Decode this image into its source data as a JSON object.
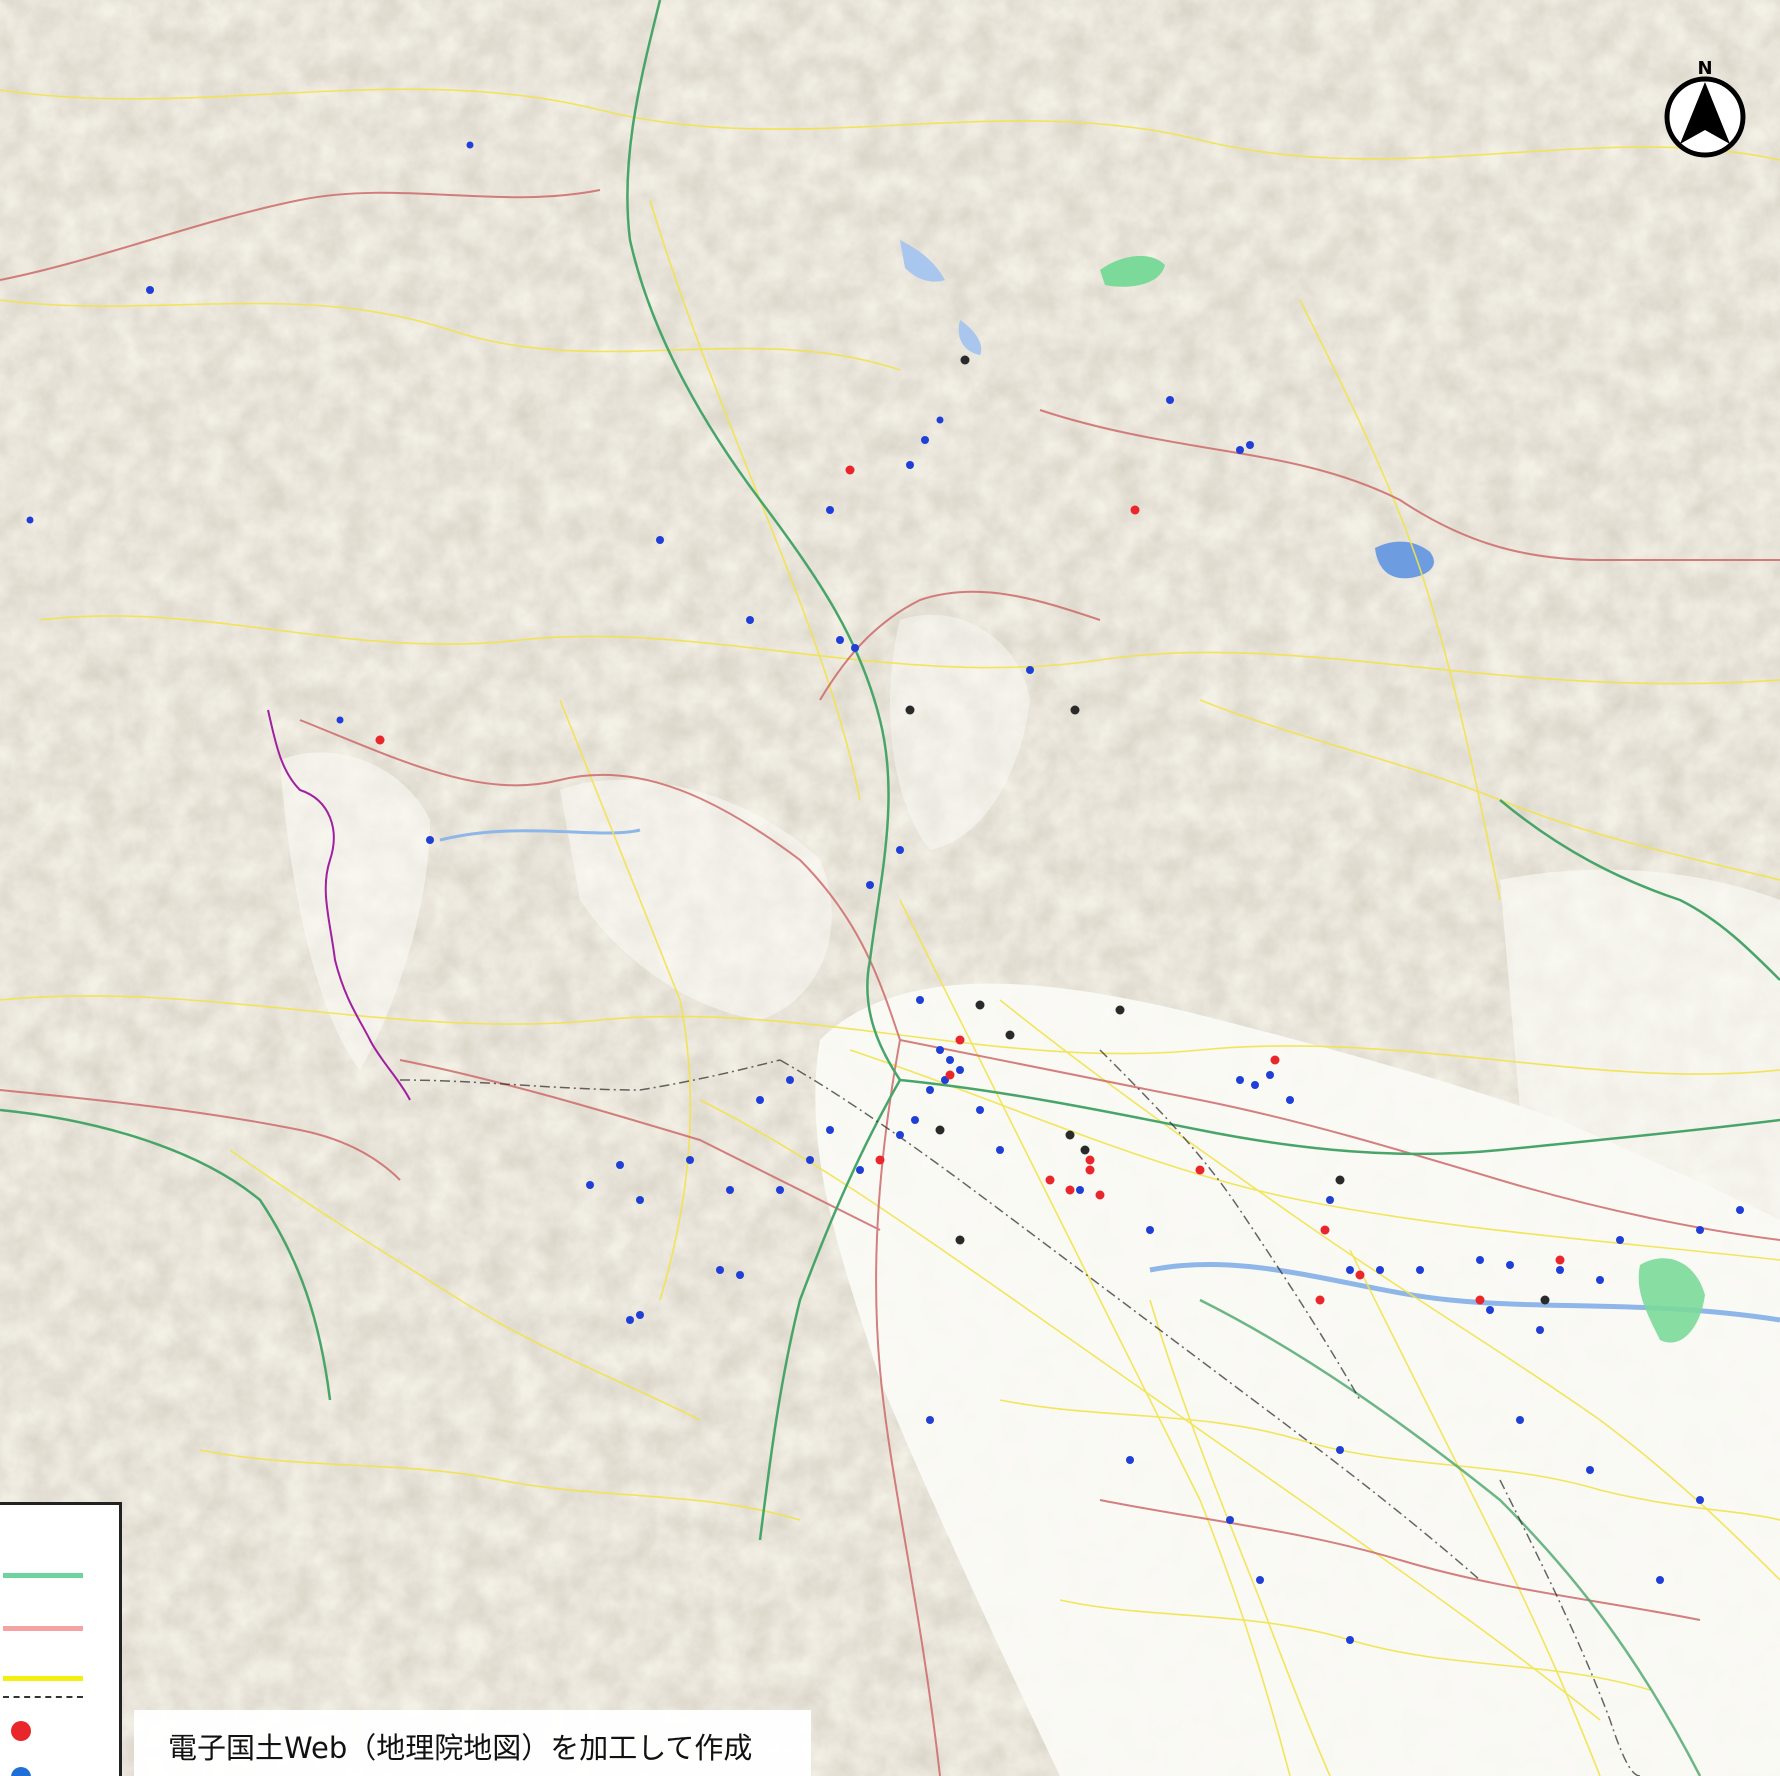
{
  "map": {
    "credit_text": "電子国土Web（地理院地図）を加工して作成",
    "north_label": "N",
    "colors": {
      "terrain_base": "#f3f0e6",
      "mountain_shade": "#d8d0bc",
      "plain": "#fbfbf7",
      "road_yellow": "#f2e34a",
      "road_red": "#cc6a6a",
      "river_blue": "#8fb6e8",
      "lake_blue": "#6d9de0",
      "rail_green": "#48a56a",
      "park_green": "#7bd99a",
      "boundary_purple": "#a020a0",
      "marker_red": "#e8262c",
      "marker_blue": "#1f3fd6",
      "marker_black": "#2a2a2a"
    },
    "legend": {
      "items": [
        {
          "kind": "line",
          "color": "#6fd3a0"
        },
        {
          "kind": "line",
          "color": "#f4a2a2"
        },
        {
          "kind": "line",
          "color": "#f5ef10"
        },
        {
          "kind": "dash-line",
          "color": "#333333"
        },
        {
          "kind": "dot",
          "color": "#e8262c"
        },
        {
          "kind": "dot",
          "color": "#1e6fd6"
        }
      ]
    }
  }
}
